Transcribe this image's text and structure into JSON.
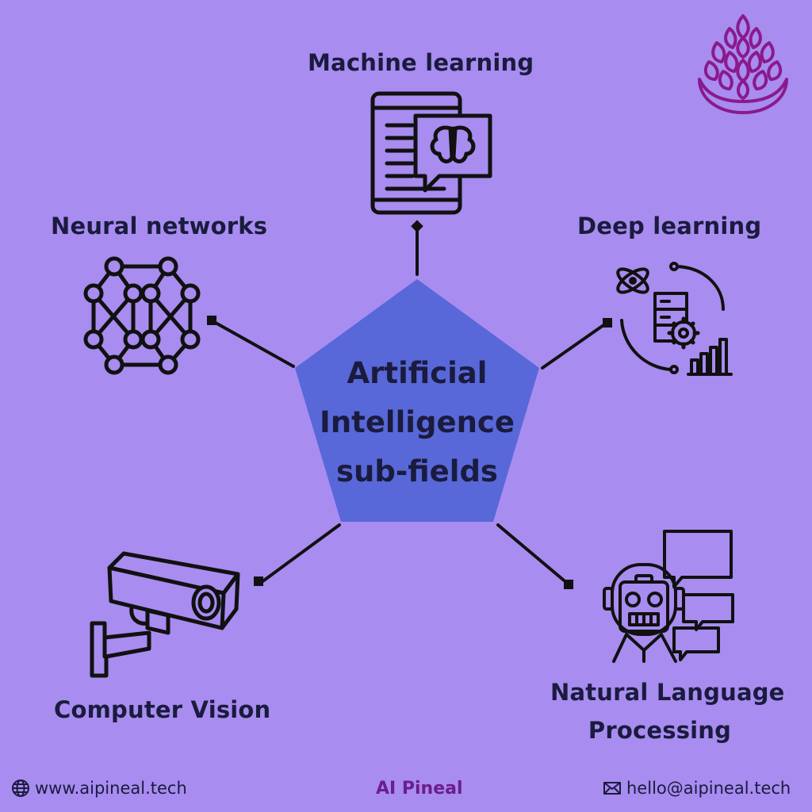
{
  "center": {
    "lines": [
      "Artificial",
      "Intelligence",
      "sub-fields"
    ],
    "fill": "#5868d8"
  },
  "subfields": {
    "machine_learning": "Machine learning",
    "neural_networks": "Neural networks",
    "deep_learning": "Deep learning",
    "computer_vision": "Computer Vision",
    "nlp_line1": "Natural Language",
    "nlp_line2": "Processing"
  },
  "footer": {
    "website": "www.aipineal.tech",
    "brand": "AI Pineal",
    "email": "hello@aipineal.tech"
  },
  "colors": {
    "background": "#a88cf0",
    "text": "#1a1b3e",
    "brand": "#6b1e8c"
  },
  "icons": [
    "pine-cone-logo-icon",
    "tablet-brain-icon",
    "neural-network-icon",
    "atom-server-chart-icon",
    "security-camera-icon",
    "robot-chat-icon",
    "globe-icon",
    "envelope-icon"
  ]
}
